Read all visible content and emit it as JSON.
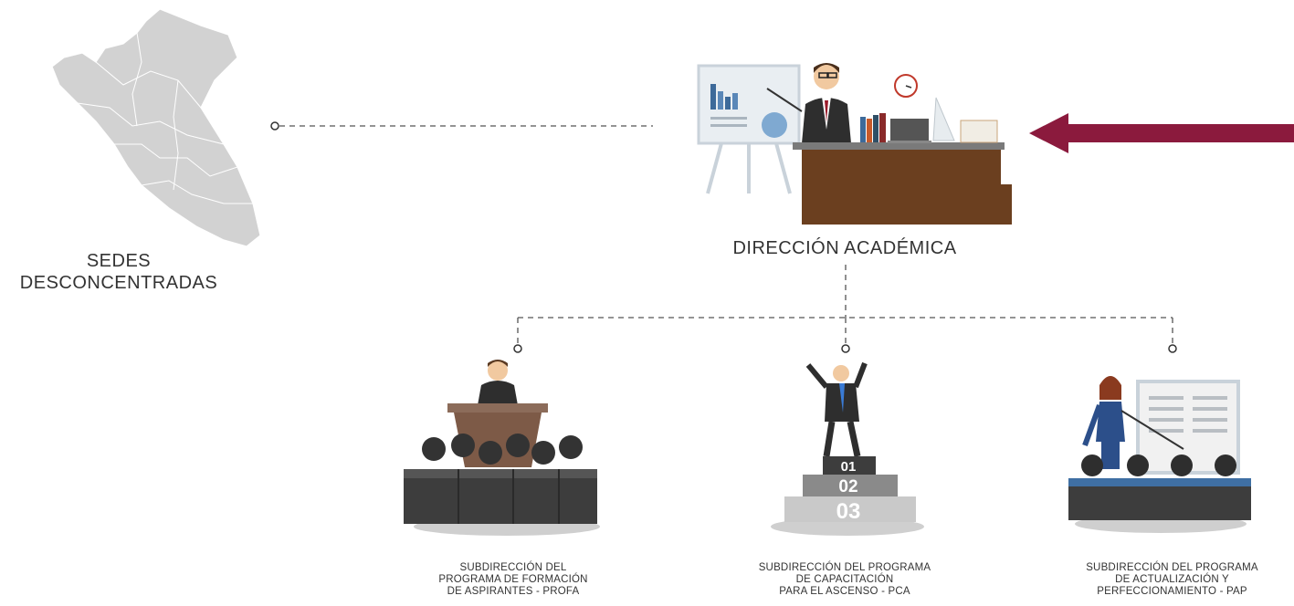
{
  "nodes": {
    "sedes": {
      "line1": "SEDES",
      "line2": "DESCONCENTRADAS",
      "icon": "peru-map-icon"
    },
    "direccion": {
      "label": "DIRECCIÓN ACADÉMICA",
      "icon": "teacher-at-desk-icon"
    },
    "profa": {
      "line1": "SUBDIRECCIÓN DEL",
      "line2": "PROGRAMA DE FORMACIÓN",
      "line3": "DE ASPIRANTES - PROFA",
      "icon": "speaker-audience-icon"
    },
    "pca": {
      "line1": "SUBDIRECCIÓN DEL PROGRAMA",
      "line2": "DE CAPACITACIÓN",
      "line3": "PARA EL ASCENSO - PCA",
      "icon": "podium-winner-icon",
      "steps": [
        "01",
        "02",
        "03"
      ]
    },
    "pap": {
      "line1": "SUBDIRECCIÓN DEL PROGRAMA",
      "line2": "DE ACTUALIZACIÓN Y",
      "line3": "PERFECCIONAMIENTO - PAP",
      "icon": "presenter-board-icon"
    }
  },
  "colors": {
    "arrow": "#8b1a3d",
    "line": "#555555",
    "desk": "#6b3f1f",
    "seat": "#3d3d3d"
  }
}
